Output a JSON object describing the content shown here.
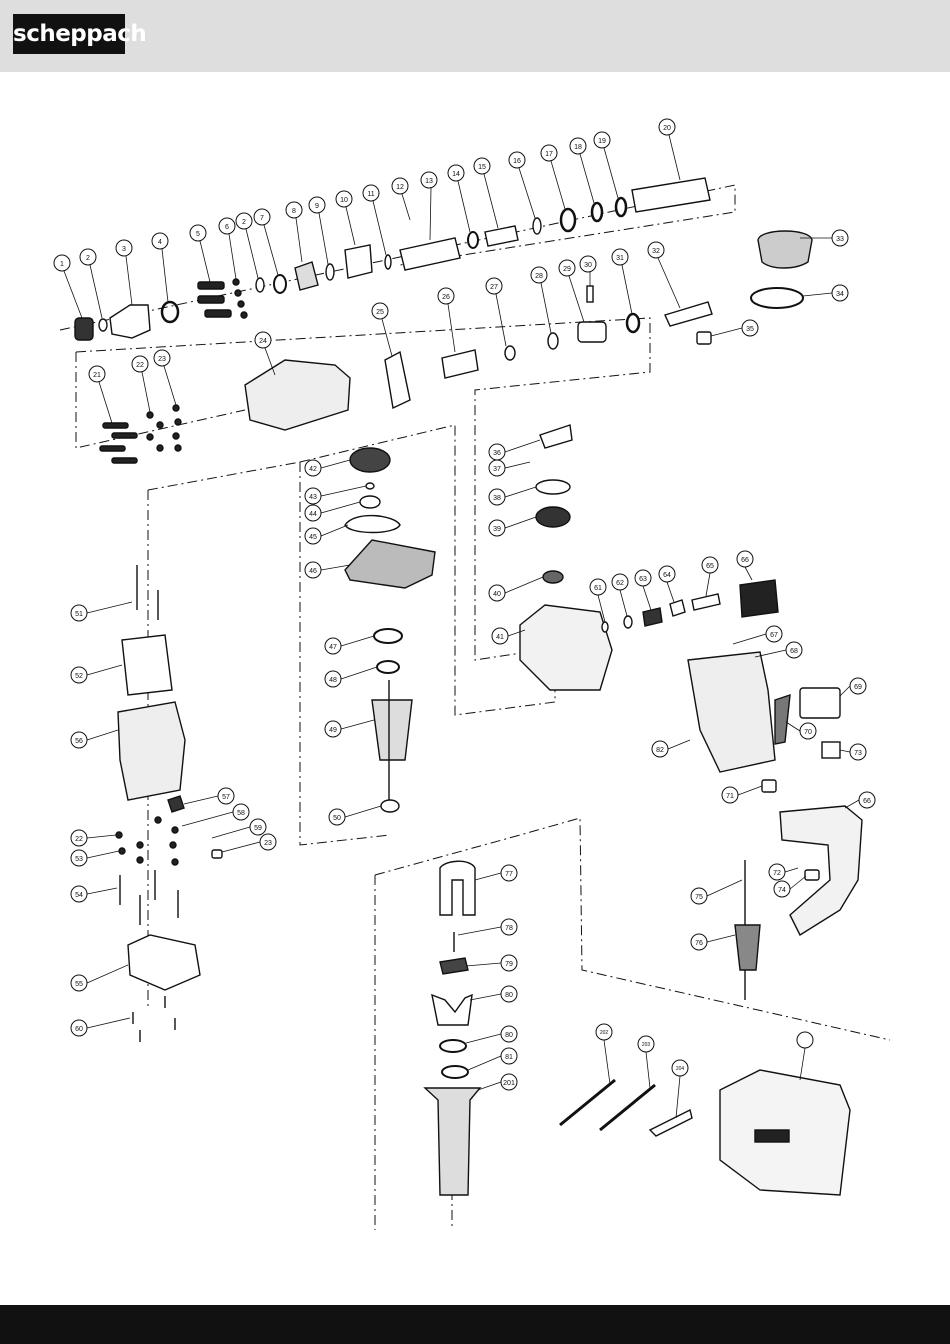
{
  "brand": {
    "logo_text": "scheppach"
  },
  "colors": {
    "header_bg": "#dedede",
    "footer_bg": "#111111",
    "ink": "#111111"
  },
  "diagram": {
    "labels": [
      "1",
      "2",
      "3",
      "4",
      "5",
      "6",
      "2",
      "7",
      "8",
      "9",
      "10",
      "11",
      "12",
      "13",
      "14",
      "15",
      "16",
      "17",
      "18",
      "19",
      "20",
      "21",
      "22",
      "23",
      "24",
      "25",
      "26",
      "27",
      "28",
      "29",
      "30",
      "31",
      "32",
      "33",
      "34",
      "35",
      "36",
      "37",
      "38",
      "39",
      "40",
      "41",
      "42",
      "43",
      "44",
      "45",
      "46",
      "47",
      "48",
      "49",
      "50",
      "51",
      "52",
      "56",
      "57",
      "58",
      "59",
      "23",
      "22",
      "53",
      "54",
      "55",
      "60",
      "61",
      "62",
      "63",
      "64",
      "65",
      "66",
      "67",
      "68",
      "69",
      "70",
      "73",
      "82",
      "71",
      "66",
      "72",
      "74",
      "75",
      "76",
      "77",
      "78",
      "79",
      "80",
      "80",
      "81",
      "201",
      "202",
      "203",
      "204"
    ]
  }
}
